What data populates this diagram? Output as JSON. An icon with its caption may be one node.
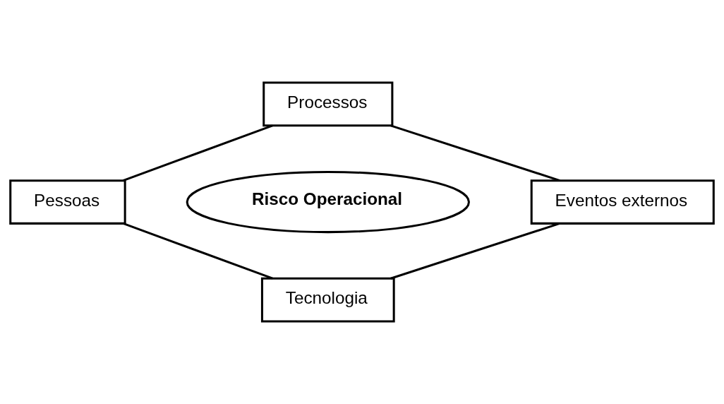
{
  "diagram": {
    "nodes": [
      {
        "text": [
          "Processos"
        ]
      },
      {
        "text": [
          "Pessoas"
        ]
      },
      {
        "text": [
          "Risco Operacional"
        ]
      },
      {
        "text": [
          "Eventos externos"
        ]
      },
      {
        "text": [
          "Tecnologia"
        ]
      }
    ],
    "edges": [
      {
        "from": 0,
        "to": 3,
        "arrow": "none"
      },
      {
        "from": 3,
        "to": 4,
        "arrow": "none"
      },
      {
        "from": 4,
        "to": 1,
        "arrow": "none"
      },
      {
        "from": 1,
        "to": 0,
        "arrow": "none"
      }
    ]
  }
}
